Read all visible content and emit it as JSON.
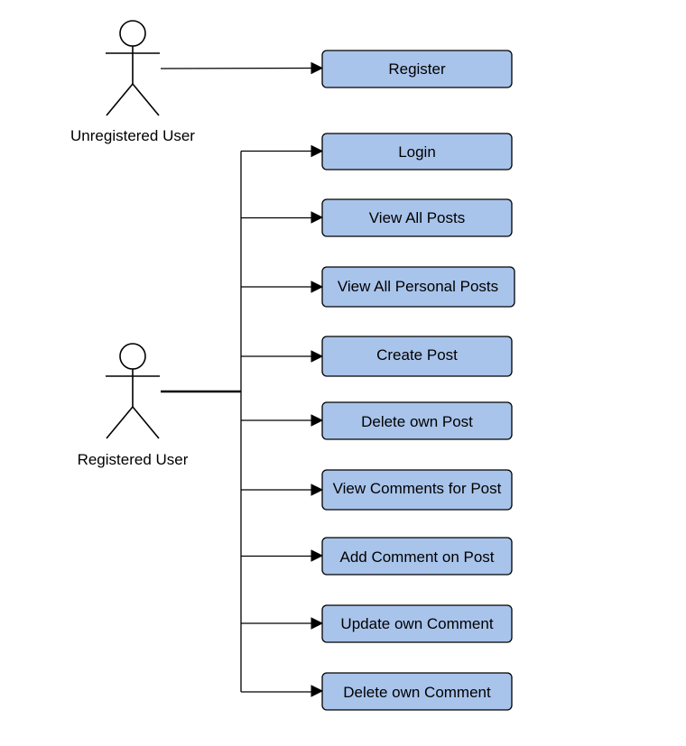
{
  "actors": {
    "unregistered": {
      "label": "Unregistered User"
    },
    "registered": {
      "label": "Registered User"
    }
  },
  "use_cases": {
    "register": "Register",
    "login": "Login",
    "view_all_posts": "View All Posts",
    "view_all_personal_posts": "View All Personal Posts",
    "create_post": "Create Post",
    "delete_own_post": "Delete own Post",
    "view_comments_for_post": "View Comments for Post",
    "add_comment_on_post": "Add Comment on Post",
    "update_own_comment": "Update own Comment",
    "delete_own_comment": "Delete own Comment"
  },
  "colors": {
    "usecase_fill": "#a9c4eb",
    "stroke": "#000000",
    "background": "#ffffff"
  }
}
